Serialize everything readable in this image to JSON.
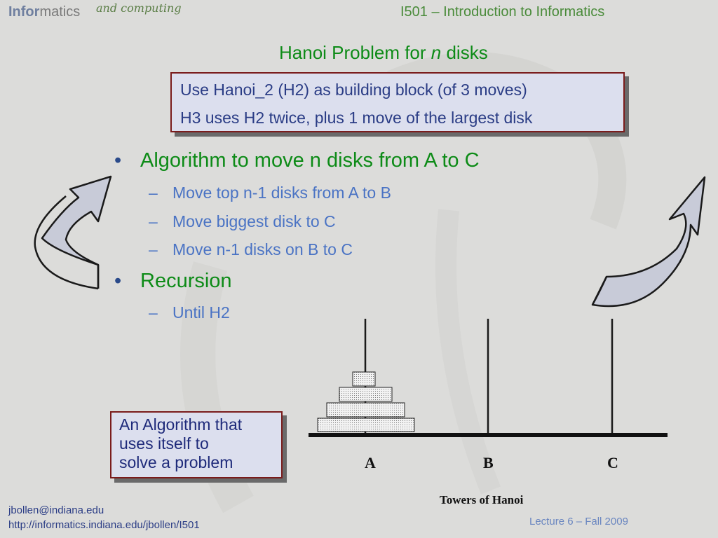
{
  "header": {
    "logo_info": "Infor",
    "logo_matics": "matics",
    "logo_tagline": "and computing",
    "course_title": "I501 – Introduction to Informatics"
  },
  "slide": {
    "title_prefix": "Hanoi Problem for ",
    "title_var": "n",
    "title_suffix": " disks"
  },
  "top_box": {
    "lines": [
      "Use Hanoi_2 (H2) as building block (of 3 moves)",
      "H3 uses H2 twice, plus 1 move of the largest disk"
    ]
  },
  "bullets": [
    {
      "text": "Algorithm to move n disks from A to C",
      "subs": [
        "Move top n-1 disks from A to B",
        "Move biggest disk to C",
        "Move n-1 disks on B to C"
      ]
    },
    {
      "text": "Recursion",
      "subs": [
        "Until H2"
      ]
    }
  ],
  "note_box": {
    "lines": [
      "An Algorithm that",
      "uses itself to",
      "solve a problem"
    ]
  },
  "tower": {
    "pegs": [
      "A",
      "B",
      "C"
    ],
    "caption": "Towers of Hanoi"
  },
  "footer": {
    "email": "jbollen@indiana.edu",
    "url": "http://informatics.indiana.edu/jbollen/I501",
    "lecture": "Lecture 6 – Fall 2009"
  },
  "colors": {
    "title_green": "#0d8b17",
    "box_border": "#7a1c1c",
    "box_fill": "#dcdfee",
    "sub_blue": "#4a73c4"
  },
  "icons": {
    "left_arrow": "curved-arrow-up-icon",
    "right_arrow": "curved-arrow-up-icon"
  }
}
